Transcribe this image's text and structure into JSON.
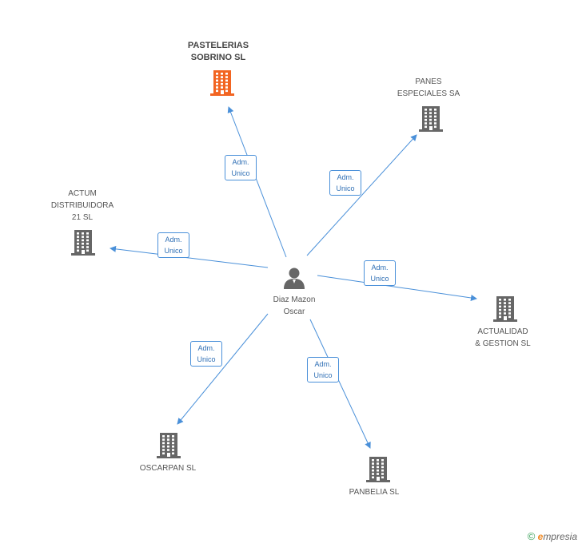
{
  "center": {
    "name": "Diaz Mazon\nOscar",
    "icon": "person-icon",
    "color": "#666666"
  },
  "companies": [
    {
      "id": "pastelerias",
      "name": "PASTELERIAS\nSOBRINO SL",
      "role": [
        "Adm.",
        "Unico"
      ],
      "highlight": true,
      "icon": "building-icon",
      "color": "#f26522"
    },
    {
      "id": "panes",
      "name": "PANES\nESPECIALES SA",
      "role": [
        "Adm.",
        "Unico"
      ],
      "highlight": false,
      "icon": "building-icon",
      "color": "#666666"
    },
    {
      "id": "actum",
      "name": "ACTUM\nDISTRIBUIDORA\n21 SL",
      "role": [
        "Adm.",
        "Unico"
      ],
      "highlight": false,
      "icon": "building-icon",
      "color": "#666666"
    },
    {
      "id": "actualidad",
      "name": "ACTUALIDAD\n& GESTION SL",
      "role": [
        "Adm.",
        "Unico"
      ],
      "highlight": false,
      "icon": "building-icon",
      "color": "#666666"
    },
    {
      "id": "oscarpan",
      "name": "OSCARPAN SL",
      "role": [
        "Adm.",
        "Unico"
      ],
      "highlight": false,
      "icon": "building-icon",
      "color": "#666666"
    },
    {
      "id": "panbelia",
      "name": "PANBELIA SL",
      "role": [
        "Adm.",
        "Unico"
      ],
      "highlight": false,
      "icon": "building-icon",
      "color": "#666666"
    }
  ],
  "edge_color": "#4a90d9",
  "footer": {
    "copyright": "©",
    "brand_initial": "e",
    "brand_rest": "mpresia"
  }
}
